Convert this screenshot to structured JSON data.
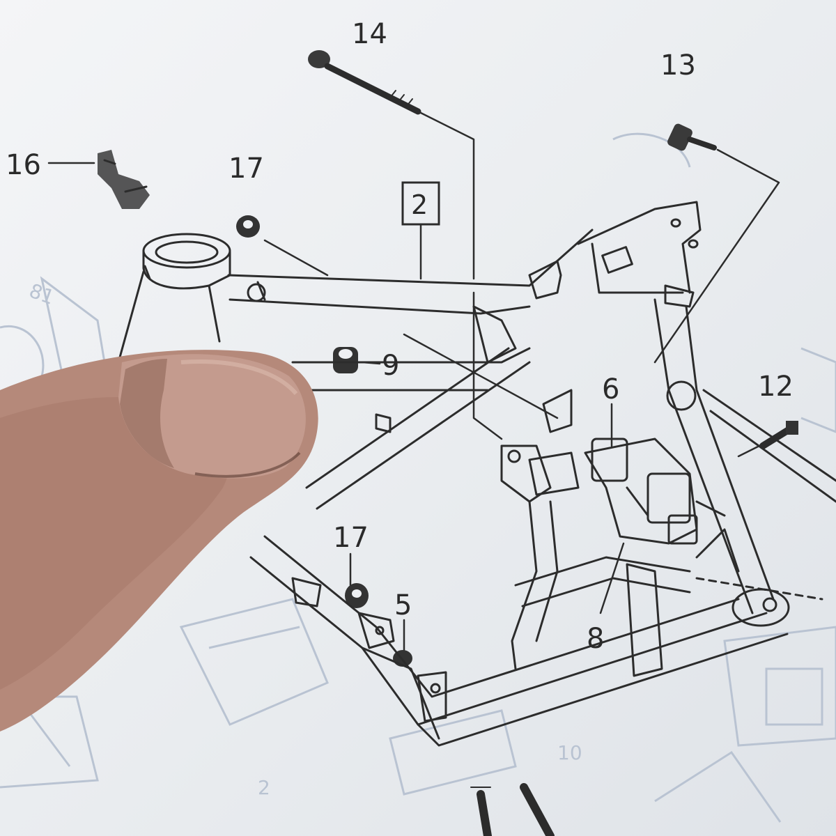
{
  "diagram": {
    "ink_color": "#2c2c2c",
    "paper_color": "#eef0f3",
    "ghost_color": "#b9c3d2",
    "skin_color": "#b98c79",
    "callouts": [
      {
        "id": "c14",
        "label": "14"
      },
      {
        "id": "c13",
        "label": "13"
      },
      {
        "id": "c16",
        "label": "16"
      },
      {
        "id": "c17a",
        "label": "17"
      },
      {
        "id": "c2",
        "label": "2"
      },
      {
        "id": "c9",
        "label": "9"
      },
      {
        "id": "c6",
        "label": "6"
      },
      {
        "id": "c12",
        "label": "12"
      },
      {
        "id": "c17b",
        "label": "17"
      },
      {
        "id": "c5",
        "label": "5"
      },
      {
        "id": "c8",
        "label": "8"
      }
    ]
  }
}
